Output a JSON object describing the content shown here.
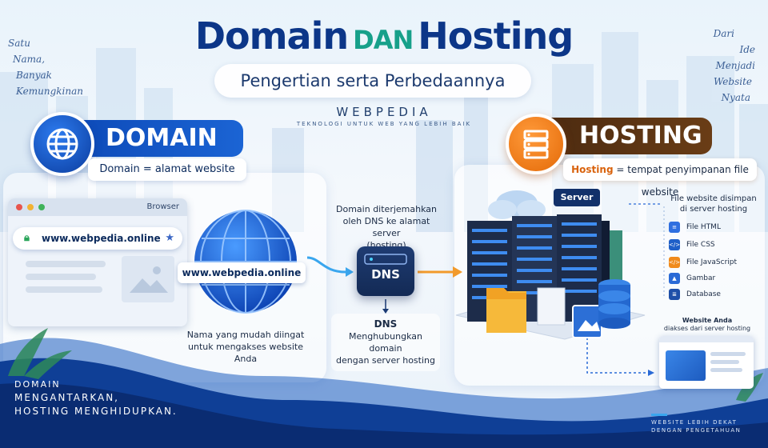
{
  "title": {
    "main_left": "Domain",
    "main_mid": "DAN",
    "main_right": "Hosting",
    "subtitle": "Pengertian serta Perbedaannya"
  },
  "brand": {
    "name": "WEBPEDIA",
    "tagline": "TEKNOLOGI UNTUK WEB YANG LEBIH BAIK"
  },
  "script_left": [
    "Satu",
    "Nama,",
    "Banyak",
    "Kemungkinan"
  ],
  "script_right": [
    "Dari",
    "Ide Menjadi",
    "Website",
    "Nyata"
  ],
  "domain": {
    "heading": "DOMAIN",
    "definition": "Domain = alamat website",
    "browser_label": "Browser",
    "url": "www.webpedia.online",
    "globe_url": "www.webpedia.online",
    "caption_1": "Nama yang mudah diingat",
    "caption_2": "untuk mengakses website Anda"
  },
  "dns": {
    "label": "DNS",
    "top_1": "Domain diterjemahkan",
    "top_2": "oleh DNS ke alamat server",
    "top_3": "(hosting)",
    "title": "DNS",
    "desc_1": "Menghubungkan domain",
    "desc_2": "dengan server hosting"
  },
  "hosting": {
    "heading": "HOSTING",
    "definition_strong": "Hosting",
    "definition_rest": " = tempat penyimpanan file website",
    "server_tag": "Server",
    "files_title_1": "File website disimpan",
    "files_title_2": "di server hosting",
    "files": [
      {
        "label": "File HTML",
        "icon": "html-file-icon",
        "color": "#2f6fe0",
        "glyph": "≡"
      },
      {
        "label": "File CSS",
        "icon": "css-file-icon",
        "color": "#1f5fc8",
        "glyph": "</>"
      },
      {
        "label": "File JavaScript",
        "icon": "js-file-icon",
        "color": "#f08a1c",
        "glyph": "</>"
      },
      {
        "label": "Gambar",
        "icon": "image-file-icon",
        "color": "#2a6ad6",
        "glyph": "▲"
      },
      {
        "label": "Database",
        "icon": "database-icon",
        "color": "#1e4fa8",
        "glyph": "≣"
      }
    ],
    "site_title": "Website Anda",
    "site_desc": "diakses dari server hosting"
  },
  "footer": {
    "left_1": "DOMAIN",
    "left_2": "MENGANTARKAN,",
    "left_3": "HOSTING MENGHIDUPKAN.",
    "right_1": "WEBSITE LEBIH DEKAT",
    "right_2": "DENGAN PENGETAHUAN"
  },
  "colors": {
    "navy": "#0c3688",
    "teal": "#17a08a",
    "domain_blue": "#1b64d4",
    "hosting_orange": "#e46a08",
    "footer_navy": "#0b2a6a"
  }
}
